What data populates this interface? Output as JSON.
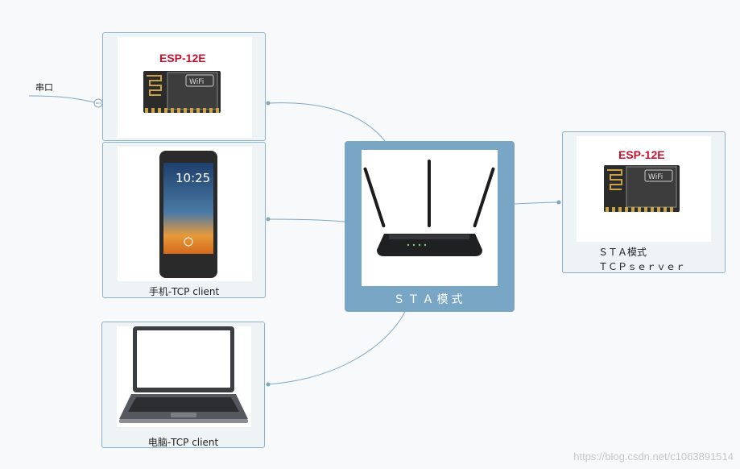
{
  "nodes": {
    "center": {
      "caption": "ＳＴＡ模式"
    },
    "esp_top": {
      "chip_label": "ESP-12E"
    },
    "phone": {
      "caption": "手机-TCP client",
      "clock": "10:25"
    },
    "laptop": {
      "caption": "电脑-TCP client"
    },
    "esp_right": {
      "chip_label": "ESP-12E",
      "caption_line1": "ＳＴＡ模式",
      "caption_line2": "ＴＣＰｓｅｒｖｅｒ"
    }
  },
  "labels": {
    "serial": "串口"
  },
  "watermark": "https://blog.csdn.net/c1063891514",
  "colors": {
    "link": "#7ea7c5",
    "center_bg": "#7aa6c5",
    "chip_label": "#c8102e"
  }
}
